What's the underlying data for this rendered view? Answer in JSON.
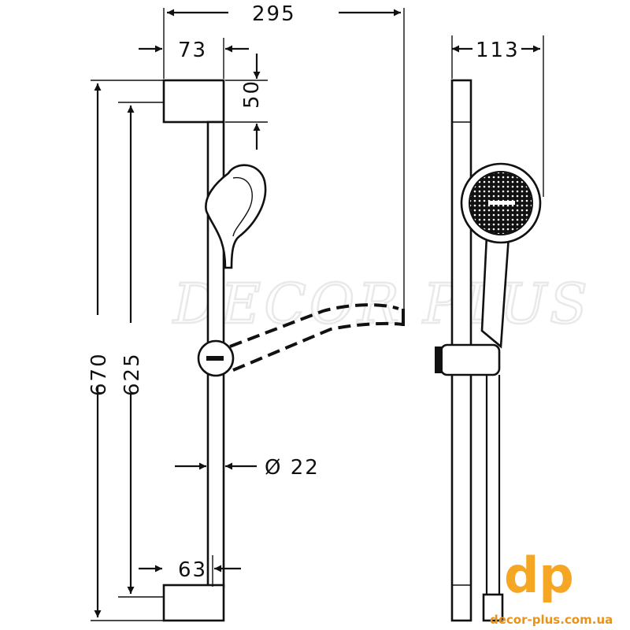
{
  "dimensions": {
    "width_total": "295",
    "head_width": "73",
    "head_height": "50",
    "total_height": "670",
    "bar_length": "625",
    "diameter": "Ø 22",
    "foot_width": "63",
    "side_depth": "113"
  },
  "watermark": "DECOR PLUS",
  "logo": {
    "mark": "dp",
    "url": "decor-plus.com.ua",
    "color": "#f5a623"
  }
}
